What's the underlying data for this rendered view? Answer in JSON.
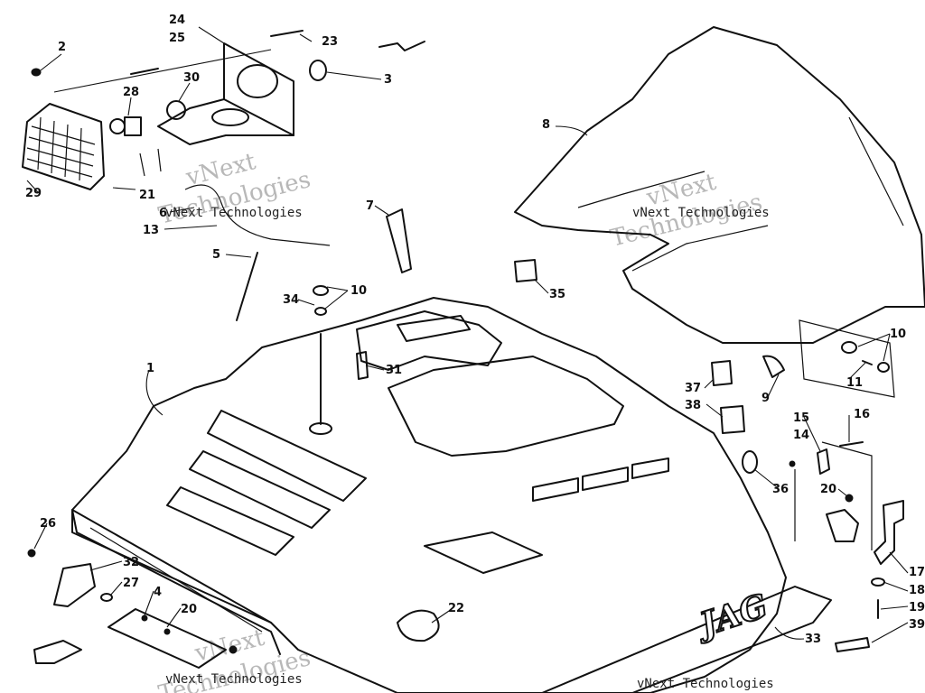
{
  "callouts": [
    {
      "label": "2"
    },
    {
      "label": "24"
    },
    {
      "label": "25"
    },
    {
      "label": "23"
    },
    {
      "label": "3"
    },
    {
      "label": "28"
    },
    {
      "label": "30"
    },
    {
      "label": "8"
    },
    {
      "label": "29"
    },
    {
      "label": "21"
    },
    {
      "label": "6"
    },
    {
      "label": "13"
    },
    {
      "label": "5"
    },
    {
      "label": "7"
    },
    {
      "label": "35"
    },
    {
      "label": "34"
    },
    {
      "label": "10"
    },
    {
      "label": "1"
    },
    {
      "label": "31"
    },
    {
      "label": "10"
    },
    {
      "label": "11"
    },
    {
      "label": "37"
    },
    {
      "label": "9"
    },
    {
      "label": "38"
    },
    {
      "label": "15"
    },
    {
      "label": "14"
    },
    {
      "label": "16"
    },
    {
      "label": "36"
    },
    {
      "label": "20"
    },
    {
      "label": "26"
    },
    {
      "label": "32"
    },
    {
      "label": "27"
    },
    {
      "label": "4"
    },
    {
      "label": "20"
    },
    {
      "label": "22"
    },
    {
      "label": "17"
    },
    {
      "label": "18"
    },
    {
      "label": "19"
    },
    {
      "label": "33"
    },
    {
      "label": "39"
    }
  ],
  "decal": {
    "text": "JAG"
  },
  "watermarks": [
    {
      "text": "vNext Technologies"
    },
    {
      "text": "vNext Technologies"
    },
    {
      "text": "vNext Technologies"
    },
    {
      "text": "vNext Technologies"
    }
  ],
  "watermark_big": [
    {
      "line1": "vNext",
      "line2": "Technologies"
    },
    {
      "line1": "vNext",
      "line2": "Technologies"
    },
    {
      "line1": "vNext",
      "line2": "Technologies"
    }
  ]
}
